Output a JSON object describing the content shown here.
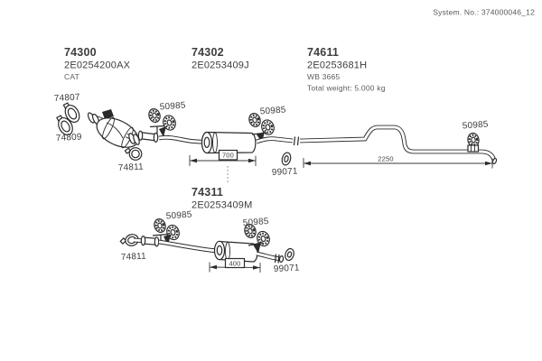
{
  "header": {
    "system_no": "System. No.: 374000046_12"
  },
  "variants": [
    {
      "ref": "74300",
      "part_number": "2E0254200AX",
      "note": "CAT"
    },
    {
      "ref": "74302",
      "part_number": "2E0253409J"
    },
    {
      "ref": "74611",
      "part_number": "2E0253681H",
      "wheelbase": "WB 3665",
      "total_weight": "Total weight: 5.000 kg"
    },
    {
      "ref": "74311",
      "part_number": "2E0253409M"
    }
  ],
  "callouts": {
    "c74807": "74807",
    "c74809": "74809",
    "c74811": "74811",
    "c50985": "50985",
    "c99071": "99071"
  },
  "dimensions": {
    "center_muffler": "700",
    "tailpipe": "2250",
    "rear_muffler": "400"
  },
  "colors": {
    "line": "#2b2b2b",
    "text": "#3d3d3d",
    "muted": "#5a5a5a",
    "background": "#ffffff"
  }
}
